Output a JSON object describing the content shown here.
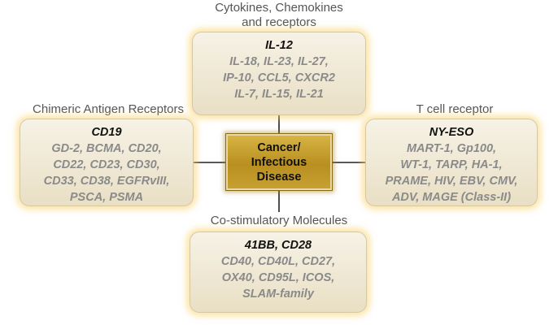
{
  "center": {
    "lines": [
      "Cancer/",
      "Infectious",
      "Disease"
    ]
  },
  "top": {
    "title_lines": [
      "Cytokines, Chemokines",
      "and receptors"
    ],
    "lead": "IL-12",
    "items": [
      "IL-18, IL-23, IL-27,",
      "IP-10, CCL5, CXCR2",
      "IL-7, IL-15, IL-21"
    ]
  },
  "left": {
    "title": "Chimeric Antigen Receptors",
    "lead": "CD19",
    "items": [
      "GD-2, BCMA, CD20,",
      "CD22, CD23, CD30,",
      "CD33, CD38, EGFRvIII,",
      "PSCA, PSMA"
    ]
  },
  "right": {
    "title": "T cell receptor",
    "lead": "NY-ESO",
    "items": [
      "MART-1, Gp100,",
      "WT-1, TARP, HA-1,",
      "PRAME, HIV, EBV, CMV,",
      "ADV, MAGE (Class-II)"
    ]
  },
  "bottom": {
    "title": "Co-stimulatory Molecules",
    "lead": "41BB, CD28",
    "items": [
      "CD40, CD40L, CD27,",
      "OX40, CD95L, ICOS,",
      "SLAM-family"
    ]
  },
  "colors": {
    "center_fill": "#c9a83a",
    "box_fill": "#efe7d2",
    "box_glow": "#f8c95a",
    "lead_text": "#111111",
    "item_text": "#8a8a8a",
    "title_text": "#555555"
  }
}
